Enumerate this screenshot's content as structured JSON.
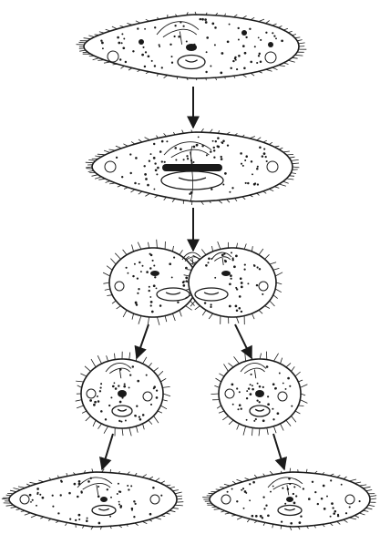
{
  "diagram": {
    "subject": "paramecium-binary-fission",
    "stages": [
      {
        "id": "stage-1-paramecium",
        "count": 1
      },
      {
        "id": "stage-2-elongated",
        "count": 1
      },
      {
        "id": "stage-3-constricting",
        "count": 1
      },
      {
        "id": "stage-4-daughter-cells",
        "count": 2
      },
      {
        "id": "stage-5-grown-daughters",
        "count": 2
      }
    ],
    "arrows": 6,
    "colors": {
      "ink": "#1a1a1a",
      "fill": "#ffffff",
      "background": "#ffffff"
    }
  }
}
